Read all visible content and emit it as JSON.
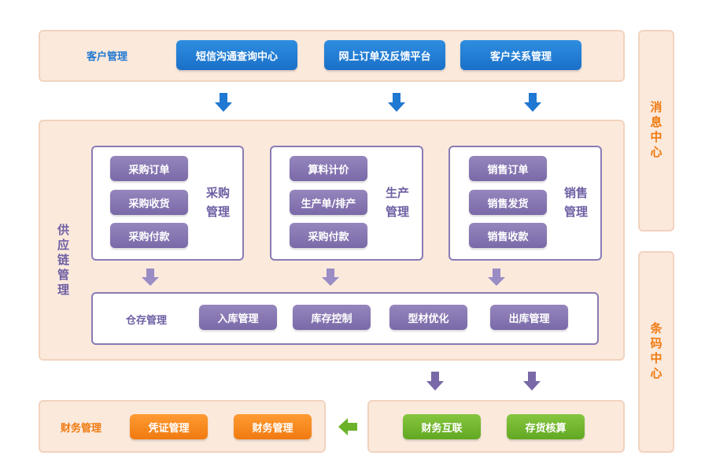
{
  "customer": {
    "label": "客户管理",
    "buttons": [
      "短信沟通查询中心",
      "网上订单及反馈平台",
      "客户关系管理"
    ]
  },
  "supply_chain": {
    "label": "供应链管理",
    "procurement": {
      "title_line1": "采购",
      "title_line2": "管理",
      "items": [
        "采购订单",
        "采购收货",
        "采购付款"
      ]
    },
    "production": {
      "title_line1": "生产",
      "title_line2": "管理",
      "items": [
        "算料计价",
        "生产单/排产",
        "采购付款"
      ]
    },
    "sales": {
      "title_line1": "销售",
      "title_line2": "管理",
      "items": [
        "销售订单",
        "销售发货",
        "销售收款"
      ]
    },
    "warehouse": {
      "label": "仓存管理",
      "items": [
        "入库管理",
        "库存控制",
        "型材优化",
        "出库管理"
      ]
    }
  },
  "finance": {
    "label": "财务管理",
    "items": [
      "凭证管理",
      "财务管理"
    ]
  },
  "bridge": {
    "items": [
      "财务互联",
      "存货核算"
    ]
  },
  "side": {
    "message_center": "消息中心",
    "barcode_center": "条码中心"
  },
  "colors": {
    "blue": "#1f78d1",
    "purple": "#7a69a8",
    "orange": "#f07a10",
    "green": "#62a823",
    "panel": "#fbe9dc"
  }
}
